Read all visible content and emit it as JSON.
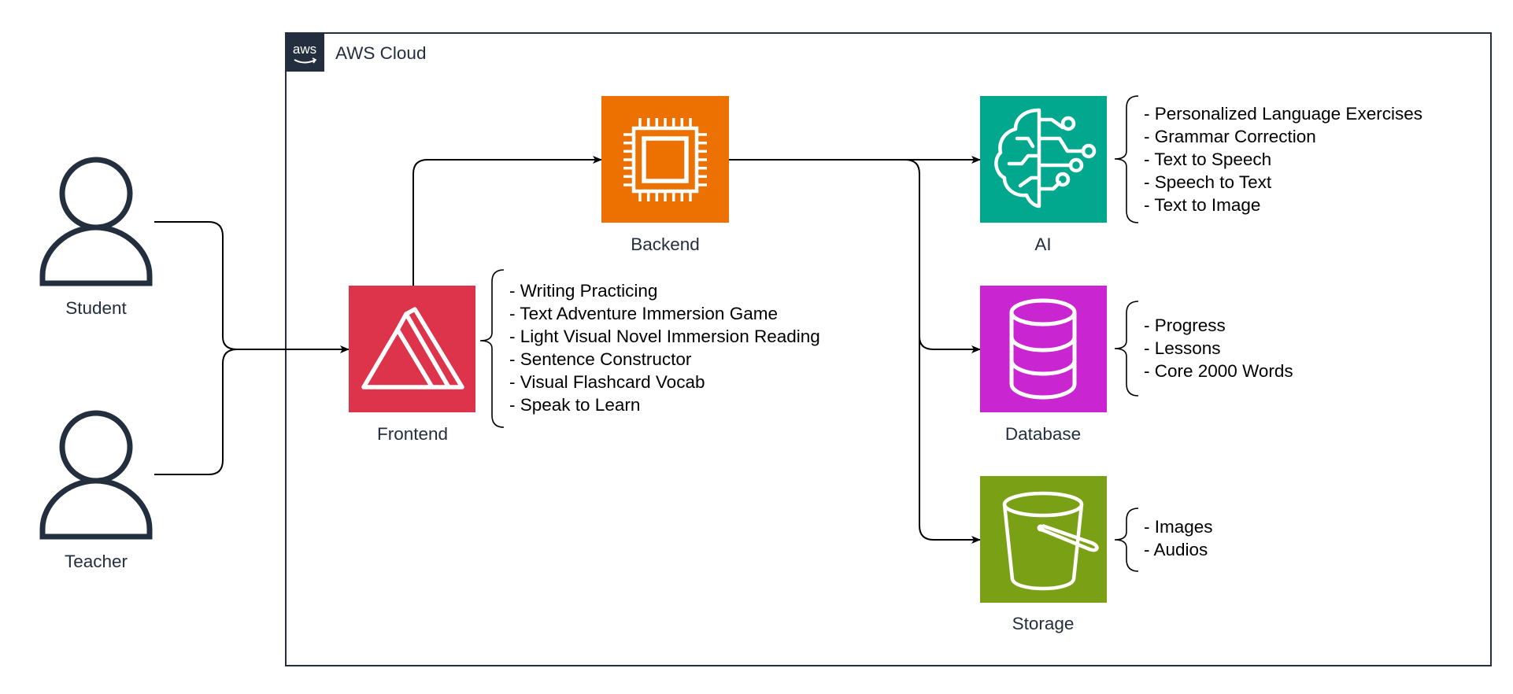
{
  "cloud": {
    "badge": "aws",
    "label": "AWS Cloud"
  },
  "actors": {
    "student": {
      "label": "Student",
      "icon": "user-icon"
    },
    "teacher": {
      "label": "Teacher",
      "icon": "user-icon"
    }
  },
  "services": {
    "frontend": {
      "label": "Frontend",
      "color": "#dd344c",
      "icon": "amplify-icon"
    },
    "backend": {
      "label": "Backend",
      "color": "#ed7100",
      "icon": "compute-chip-icon"
    },
    "ai": {
      "label": "AI",
      "color": "#01a88d",
      "icon": "ai-brain-icon"
    },
    "database": {
      "label": "Database",
      "color": "#c925d1",
      "icon": "database-icon"
    },
    "storage": {
      "label": "Storage",
      "color": "#7aa116",
      "icon": "bucket-icon"
    }
  },
  "notes": {
    "frontend": [
      "- Writing Practicing",
      "- Text Adventure Immersion Game",
      "- Light Visual Novel Immersion Reading",
      "- Sentence Constructor",
      "- Visual Flashcard Vocab",
      "- Speak to Learn"
    ],
    "ai": [
      "- Personalized Language Exercises",
      "- Grammar Correction",
      "- Text to Speech",
      "- Speech to Text",
      "- Text to Image"
    ],
    "database": [
      "- Progress",
      "- Lessons",
      "- Core 2000 Words"
    ],
    "storage": [
      "- Images",
      "- Audios"
    ]
  },
  "colors": {
    "cloud_border": "#232f3e",
    "aws_badge": "#232f3e",
    "lines": "#000000"
  }
}
